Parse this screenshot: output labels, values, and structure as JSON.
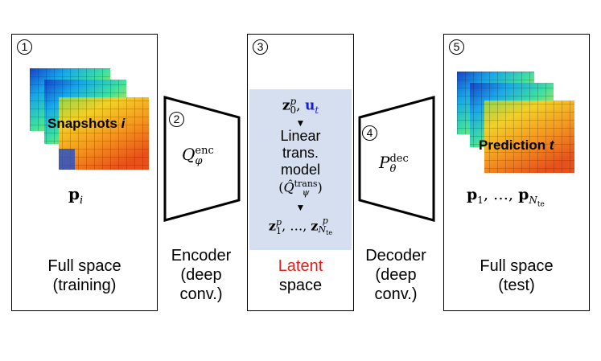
{
  "panels": {
    "p1": {
      "num": "1",
      "label": "Snapshots",
      "label_var": "i",
      "var": "i",
      "caption_line1": "Full space",
      "caption_line2": "(training)"
    },
    "p2": {
      "num": "2",
      "op": "Q",
      "op_sup": "enc",
      "op_sub": "φ",
      "caption_line1": "Encoder",
      "caption_line2": "(deep",
      "caption_line3": "conv.)"
    },
    "p3": {
      "num": "3",
      "z": "z",
      "sub0": "0",
      "supp": "p",
      "u": "u",
      "subt": "t",
      "model_line1": "Linear",
      "model_line2": "trans.",
      "model_line3": "model",
      "qhat": "Q̂",
      "qhat_sup": "trans",
      "qhat_sub": "ψ",
      "sub1": "1",
      "ellipsis": "…",
      "subN": "N",
      "subN_sub": "te",
      "caption_line1": "Latent",
      "caption_line2": "space"
    },
    "p4": {
      "num": "4",
      "op": "P",
      "op_sup": "dec",
      "op_sub": "θ",
      "caption_line1": "Decoder",
      "caption_line2": "(deep",
      "caption_line3": "conv.)"
    },
    "p5": {
      "num": "5",
      "label": "Prediction",
      "label_var": "t",
      "sub1": "1",
      "ellipsis": "…",
      "subN": "N",
      "subN_sub": "te",
      "caption_line1": "Full space",
      "caption_line2": "(test)"
    }
  },
  "colors": {
    "latent_bg": "#d5dff0",
    "latent_text": "#e0201b",
    "u_blue": "#1a1adf"
  }
}
